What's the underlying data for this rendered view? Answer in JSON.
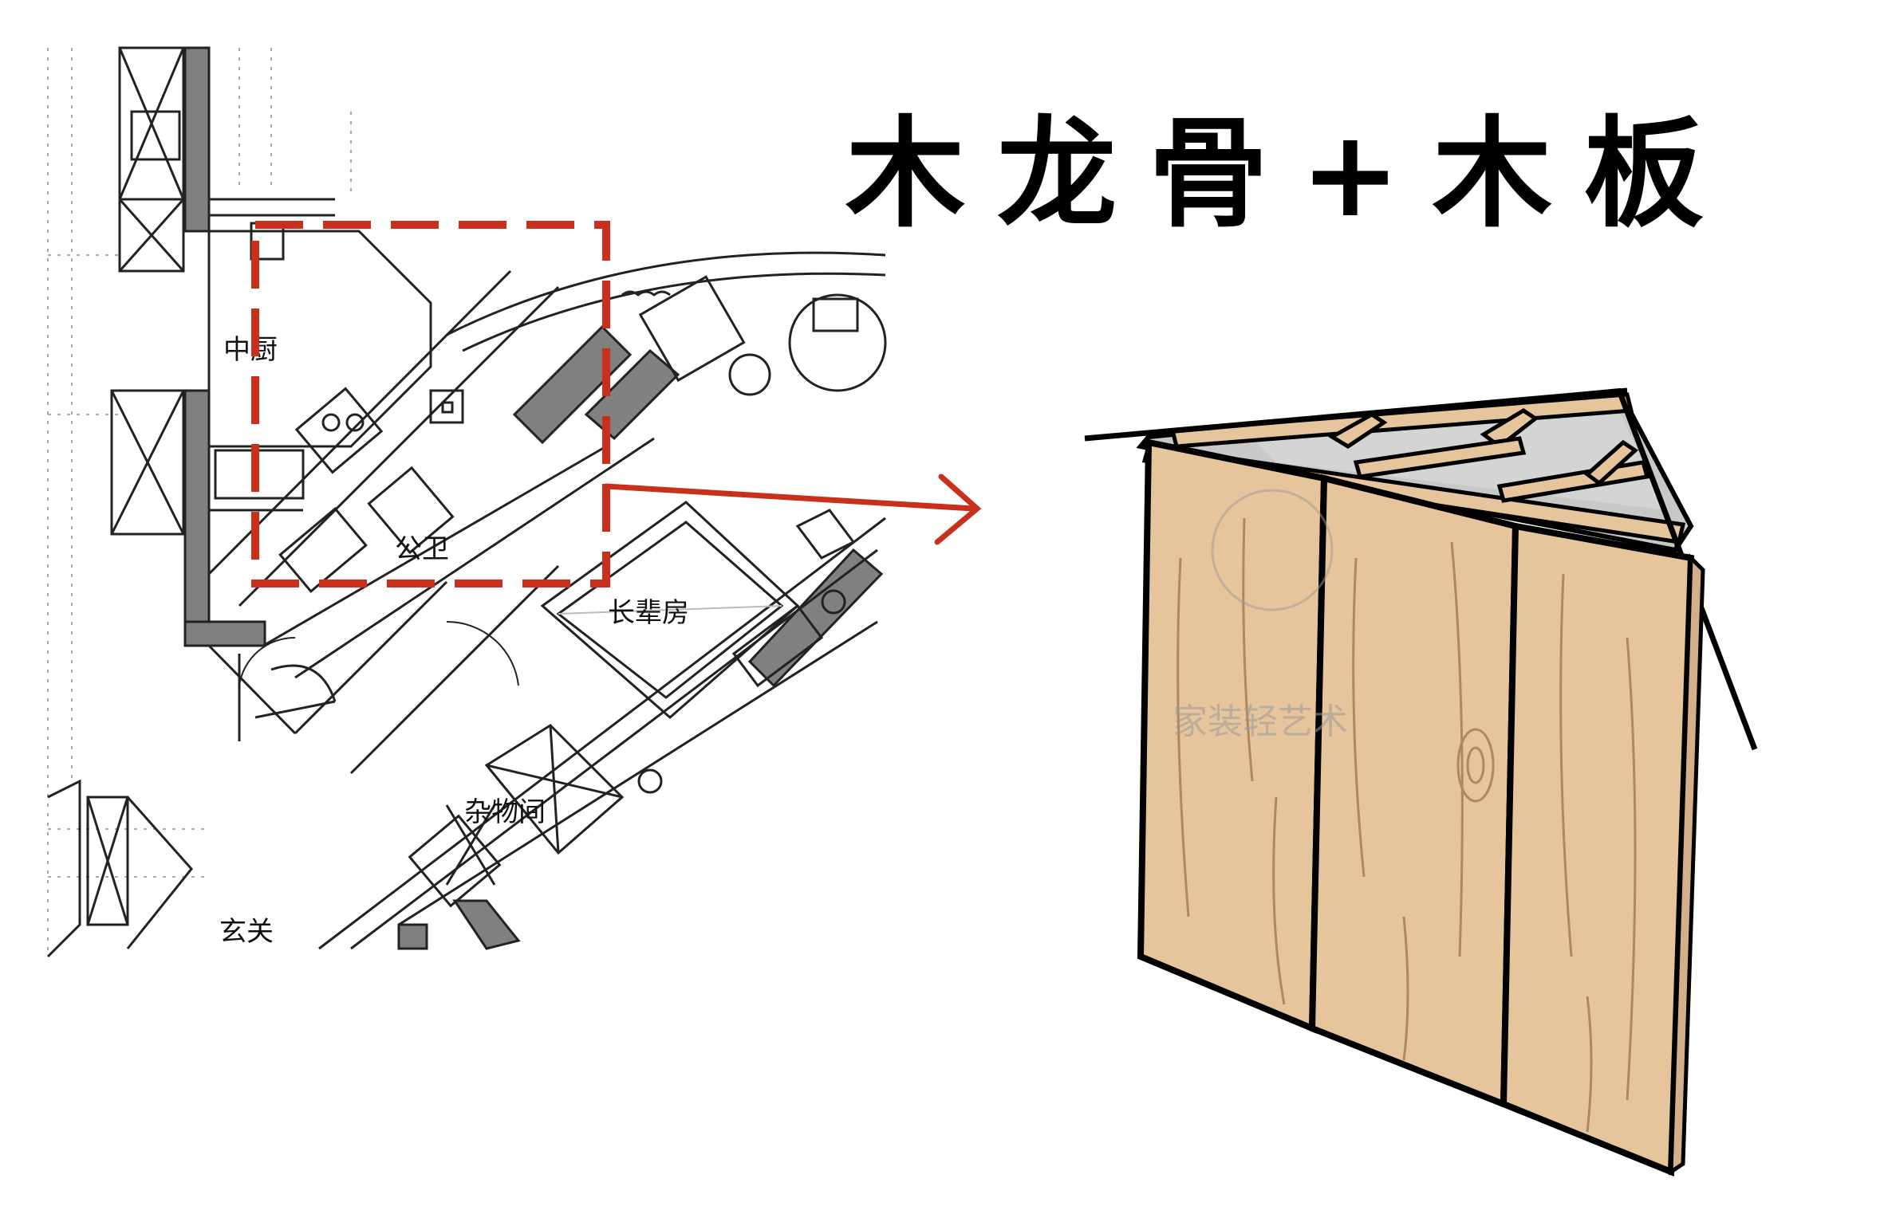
{
  "title": "木龙骨+木板",
  "floorplan": {
    "rooms": [
      {
        "id": "kitchen",
        "label": "中厨"
      },
      {
        "id": "bathroom",
        "label": "公卫"
      },
      {
        "id": "elder-room",
        "label": "长辈房"
      },
      {
        "id": "storage",
        "label": "杂物间"
      },
      {
        "id": "entry",
        "label": "玄关"
      }
    ]
  },
  "watermark": {
    "text": "家装轻艺术"
  },
  "colors": {
    "highlight": "#c9301c",
    "wall_fill": "#808080",
    "wood_panel": "#e6c59c",
    "wood_grain": "#b08860",
    "frame_outline": "#000000",
    "roof_gray": "#c8c8c8"
  }
}
